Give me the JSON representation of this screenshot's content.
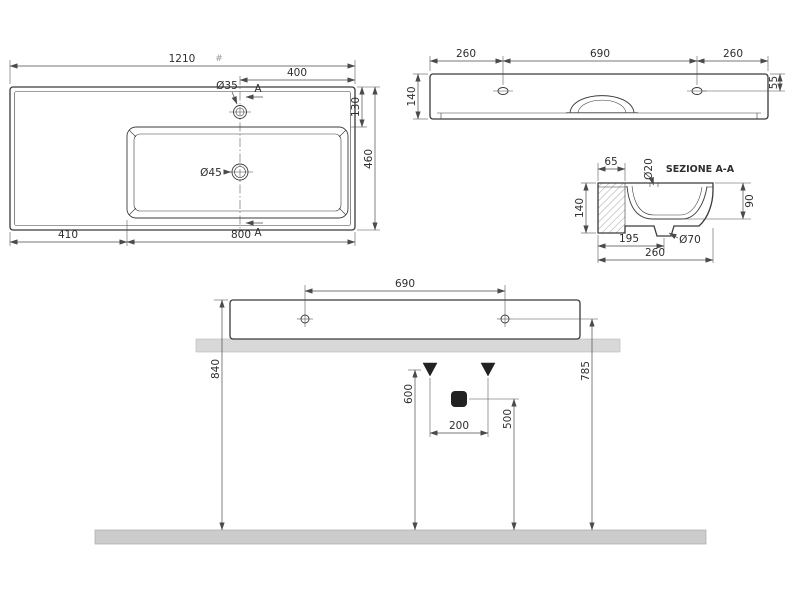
{
  "drawing": {
    "background": "#ffffff",
    "line_color": "#3a3a3a",
    "dim_color": "#4a4a4a",
    "wall_fill": "#d8d8d8",
    "floor_fill": "#cccccc"
  },
  "plan_view": {
    "note_mark": "#",
    "section_marker": "A",
    "dims": {
      "total_width": "1210",
      "faucet_offset": "400",
      "faucet_hole": "Ø35",
      "drain_hole": "Ø45",
      "top_to_faucet": "130",
      "total_depth": "460",
      "left_offset": "410",
      "basin_width": "800"
    }
  },
  "front_view": {
    "dims": {
      "left_hole_offset": "260",
      "holes_span": "690",
      "right_hole_offset": "260",
      "height": "140",
      "hole_from_top": "55"
    }
  },
  "section_view": {
    "title": "SEZIONE A-A",
    "dims": {
      "back_ledge": "65",
      "faucet_hole": "Ø20",
      "height": "140",
      "bowl_depth": "90",
      "drain_hole": "Ø70",
      "drain_offset": "195",
      "depth": "260"
    }
  },
  "installation_view": {
    "dims": {
      "holes_span": "690",
      "rim_height": "840",
      "holes_height": "785",
      "supply_height": "600",
      "supply_spacing": "200",
      "drain_height": "500"
    }
  }
}
